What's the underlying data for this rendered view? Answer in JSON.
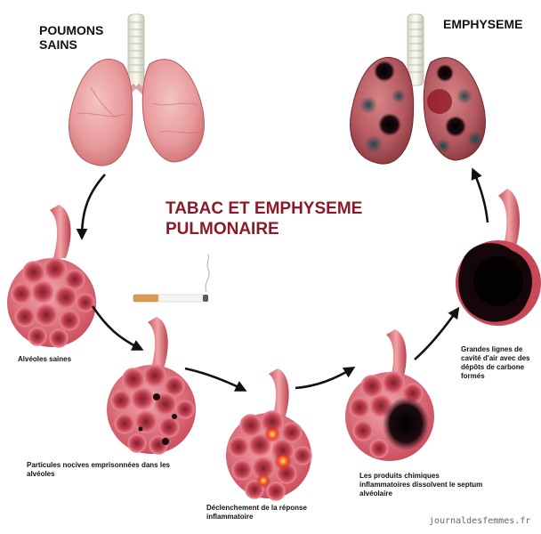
{
  "title": {
    "line1": "TABAC ET EMPHYSEME",
    "line2": "PULMONAIRE"
  },
  "labels": {
    "healthy_lungs": {
      "line1": "POUMONS",
      "line2": "SAINS"
    },
    "emphysema": "EMPHYSEME",
    "healthy_alveoli": "Alvéoles saines",
    "trapped_particles": {
      "line1": "Particules nocives emprisonnées dans les",
      "line2": "alvéoles"
    },
    "inflammatory_response": {
      "line1": "Déclenchement de la réponse",
      "line2": "inflammatoire"
    },
    "septum_dissolved": {
      "line1": "Les produits chimiques",
      "line2": "inflammatoires dissolvent le septum",
      "line3": "alvéolaire"
    },
    "large_cavities": {
      "line1": "Grandes lignes de",
      "line2": "cavité d'air avec des",
      "line3": "dépôts de carbone",
      "line4": "formés"
    }
  },
  "credit": "journaldesfemmes.fr",
  "colors": {
    "title": "#8b1a28",
    "healthy_lung": "#e9a0a2",
    "alveoli": "#d95a68",
    "alveoli_dark": "#9e2c3c",
    "damage": "#1a0c10",
    "arrow": "#111111"
  }
}
